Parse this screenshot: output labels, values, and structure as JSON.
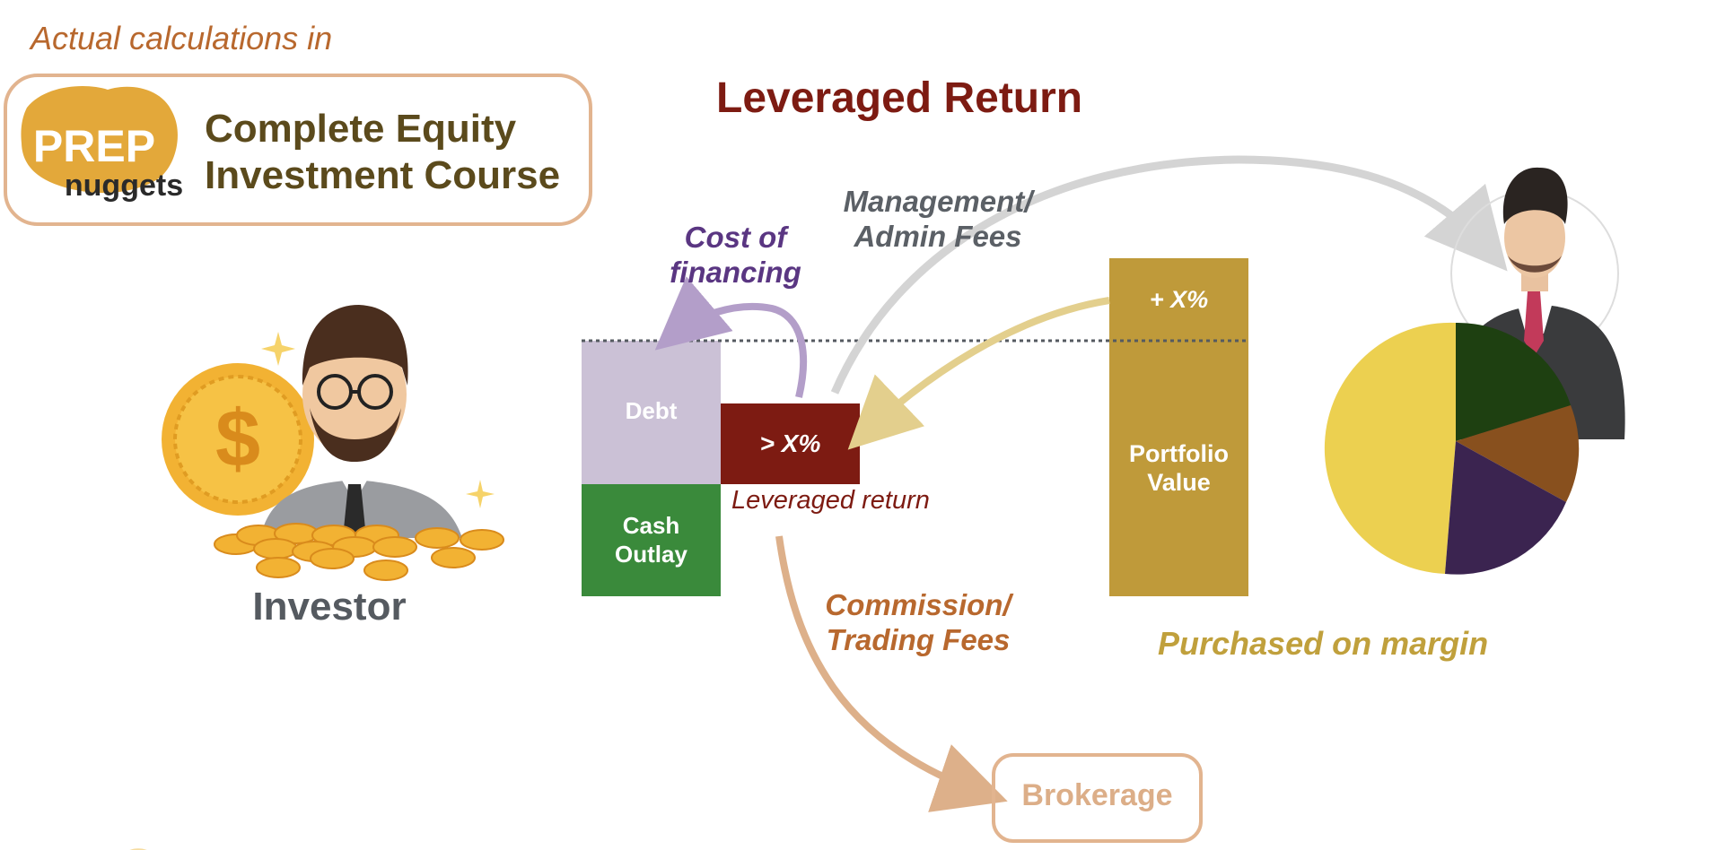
{
  "header": {
    "subtitle": "Actual calculations in",
    "logo_top": "PREP",
    "logo_bottom": "nuggets",
    "course_line1": "Complete Equity",
    "course_line2": "Investment Course"
  },
  "title": "Leveraged Return",
  "investor_label": "Investor",
  "labels": {
    "management_line1": "Management/",
    "management_line2": "Admin Fees",
    "cost_line1": "Cost of",
    "cost_line2": "financing",
    "leveraged_return": "Leveraged return",
    "commission_line1": "Commission/",
    "commission_line2": "Trading Fees",
    "purchased_on_margin": "Purchased on margin",
    "brokerage": "Brokerage"
  },
  "bars": {
    "debt": "Debt",
    "cash_line1": "Cash",
    "cash_line2": "Outlay",
    "leveraged": "> X%",
    "plus": "+ X%",
    "portfolio_line1": "Portfolio",
    "portfolio_line2": "Value"
  },
  "icons": {
    "dollar_symbol": "$"
  },
  "colors": {
    "title": "#7d1b12",
    "debt": "#cbc1d6",
    "cash": "#3a8a3b",
    "leveraged": "#7d1b12",
    "portfolio": "#bf9a3a",
    "brokerage": "#e2b48f"
  }
}
